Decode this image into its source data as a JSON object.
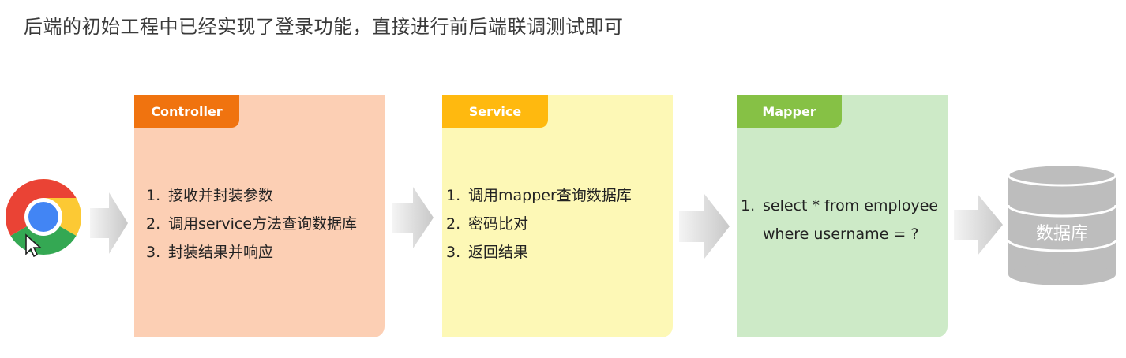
{
  "title": "后端的初始工程中已经实现了登录功能，直接进行前后端联调测试即可",
  "controller": {
    "tag": "Controller",
    "items": [
      {
        "num": "1.",
        "text": "接收并封装参数"
      },
      {
        "num": "2.",
        "text": "调用service方法查询数据库"
      },
      {
        "num": "3.",
        "text": "封装结果并响应"
      }
    ]
  },
  "service": {
    "tag": "Service",
    "items": [
      {
        "num": "1.",
        "text": "调用mapper查询数据库"
      },
      {
        "num": "2.",
        "text": "密码比对"
      },
      {
        "num": "3.",
        "text": "返回结果"
      }
    ]
  },
  "mapper": {
    "tag": "Mapper",
    "item": {
      "num": "1.",
      "line1": "select * from employee",
      "line2": "where username = ?"
    }
  },
  "database": {
    "label": "数据库"
  },
  "colors": {
    "controller_tag": "#f0730f",
    "controller_bg": "#fccfb4",
    "service_tag": "#ffb90f",
    "service_bg": "#fdf8b6",
    "mapper_tag": "#86c145",
    "mapper_bg": "#cdeac7",
    "database": "#bdbdbd",
    "arrow": "#d9d9d9"
  },
  "icons": [
    "chrome-browser-icon",
    "mouse-cursor-icon",
    "flow-arrow-icon",
    "database-cylinder-icon"
  ]
}
